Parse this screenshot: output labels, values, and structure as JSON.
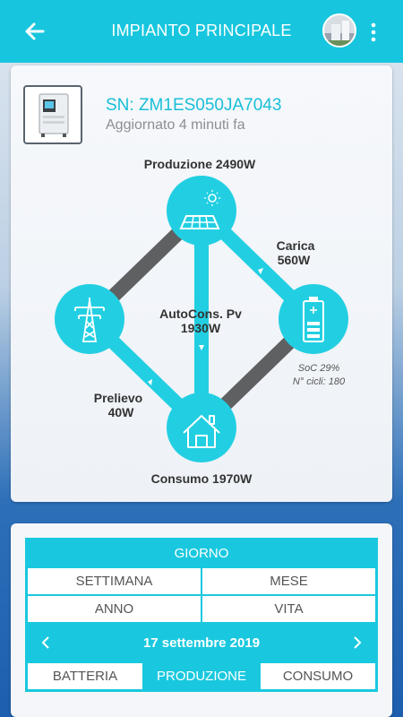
{
  "header": {
    "title": "IMPIANTO PRINCIPALE",
    "back_icon": "arrow-left-icon",
    "menu_icon": "more-vertical-icon",
    "accent": "#17c6de"
  },
  "device": {
    "sn": "SN: ZM1ES050JA7043",
    "updated": "Aggiornato 4 minuti fa"
  },
  "flow": {
    "production": "Produzione  2490W",
    "charge_label": "Carica",
    "charge_value": "560W",
    "autocons_label": "AutoCons. Pv",
    "autocons_value": "1930W",
    "soc": "SoC 29%",
    "cycles": "N° cicli: 180",
    "import_label": "Prelievo",
    "import_value": "40W",
    "consumption": "Consumo  1970W",
    "node_color": "#22cfe2",
    "inactive_line_color": "#5f5f5f"
  },
  "period": {
    "day": "GIORNO",
    "week": "SETTIMANA",
    "month": "MESE",
    "year": "ANNO",
    "life": "VITA",
    "date": "17 settembre 2019",
    "tabs": [
      "BATTERIA",
      "PRODUZIONE",
      "CONSUMO"
    ],
    "active_tab": "PRODUZIONE"
  }
}
